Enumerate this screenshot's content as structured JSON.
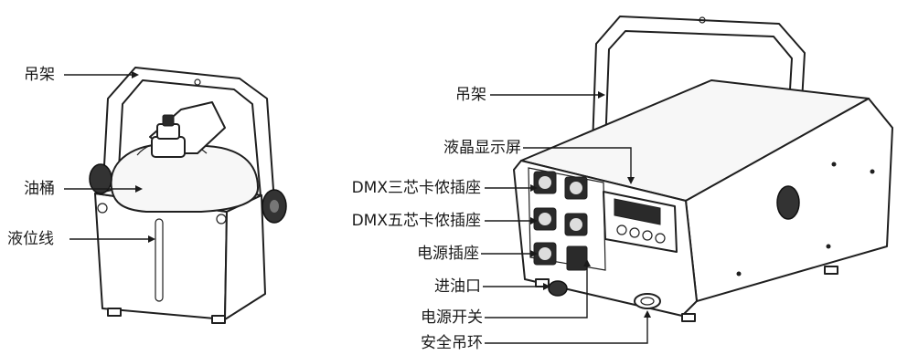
{
  "left_view": {
    "labels": {
      "hanger": "吊架",
      "oil_tank": "油桶",
      "level_line": "液位线"
    }
  },
  "right_view": {
    "labels": {
      "hanger": "吊架",
      "lcd": "液晶显示屏",
      "dmx3": "DMX三芯卡侬插座",
      "dmx5": "DMX五芯卡侬插座",
      "power_socket": "电源插座",
      "oil_inlet": "进油口",
      "power_switch": "电源开关",
      "safety_ring": "安全吊环"
    }
  }
}
